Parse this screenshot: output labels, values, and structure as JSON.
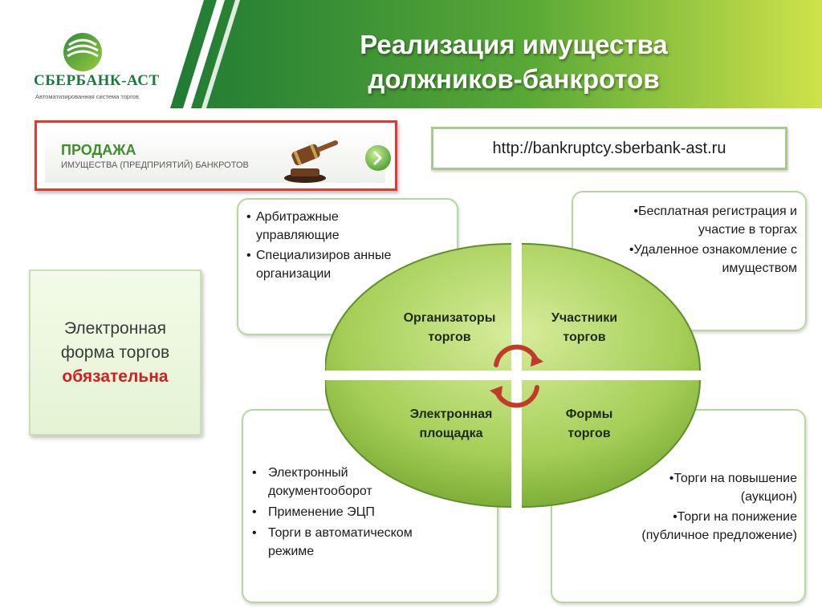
{
  "header": {
    "logo": {
      "name": "СБЕРБАНК-АСТ",
      "subtitle": "Автоматизированная система торгов"
    },
    "title_line1": "Реализация имущества",
    "title_line2": "должников-банкротов"
  },
  "banner": {
    "title": "ПРОДАЖА",
    "subtitle": "ИМУЩЕСТВА (ПРЕДПРИЯТИЙ) БАНКРОТОВ"
  },
  "url": "http://bankruptcy.sberbank-ast.ru",
  "side_note": {
    "line1": "Электронная",
    "line2": "форма торгов",
    "emphasis": "обязательна"
  },
  "diagram": {
    "quadrants": {
      "organizers": {
        "line1": "Организаторы",
        "line2": "торгов"
      },
      "participants": {
        "line1": "Участники",
        "line2": "торгов"
      },
      "platform": {
        "line1": "Электронная",
        "line2": "площадка"
      },
      "forms": {
        "line1": "Формы",
        "line2": "торгов"
      }
    }
  },
  "callouts": {
    "organizers": [
      "Арбитражные управляющие",
      "Специализиров анные организации"
    ],
    "participants": [
      "Бесплатная регистрация и участие в торгах",
      "Удаленное ознакомление с имуществом"
    ],
    "platform": [
      "Электронный документооборот",
      "Применение ЭЦП",
      "Торги в автоматическом режиме"
    ],
    "forms": [
      "Торги на повышение (аукцион)",
      "Торги на понижение (публичное предложение)"
    ]
  },
  "colors": {
    "brand_green": "#1a7a3a",
    "header_green": "#3f9a2e",
    "light_green": "#c6df5a",
    "accent_red": "#e23a33"
  }
}
